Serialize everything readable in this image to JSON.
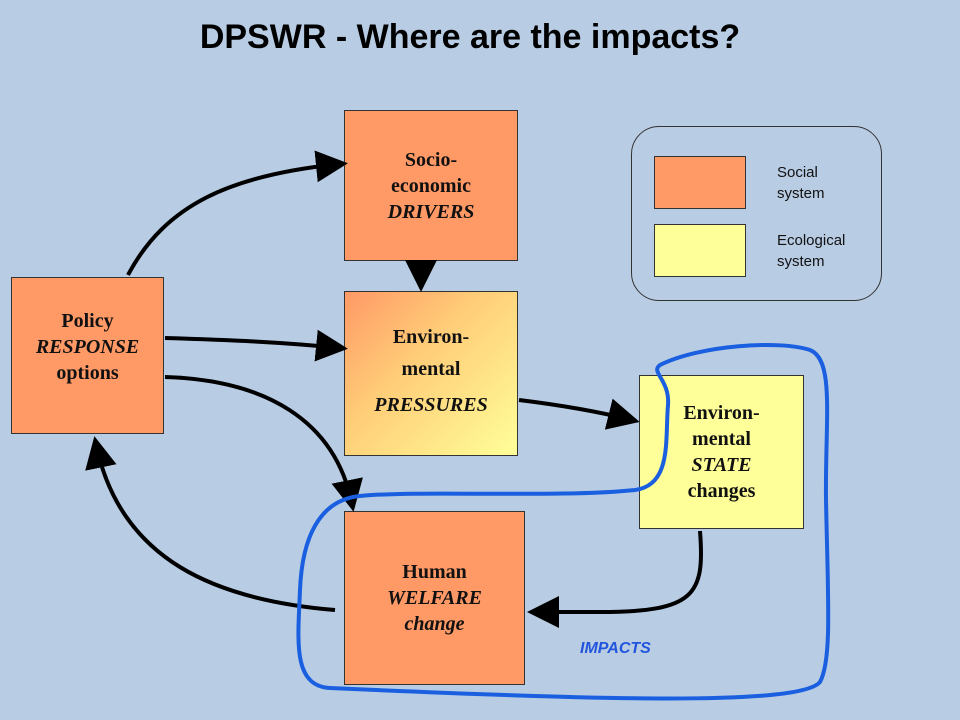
{
  "title": "DPSWR -  Where are the impacts?",
  "boxes": {
    "drivers": {
      "line1": "Socio-",
      "line2": "economic",
      "line3": "DRIVERS"
    },
    "pressures": {
      "line1": "Environ-",
      "line2": "mental",
      "line3": "PRESSURES"
    },
    "state": {
      "line1": "Environ-",
      "line2": "mental",
      "line3": "STATE",
      "line4": "changes"
    },
    "welfare": {
      "line1": "Human",
      "line2": "WELFARE",
      "line3": "change"
    },
    "response": {
      "line1": "Policy",
      "line2": "RESPONSE",
      "line3": "options"
    }
  },
  "legend": {
    "social_line1": "Social",
    "social_line2": "system",
    "eco_line1": "Ecological",
    "eco_line2": "system"
  },
  "impacts_label": "IMPACTS",
  "colors": {
    "background": "#b8cce4",
    "social": "#ff9966",
    "ecological": "#ffff99",
    "impacts_loop": "#1a5fe0"
  }
}
